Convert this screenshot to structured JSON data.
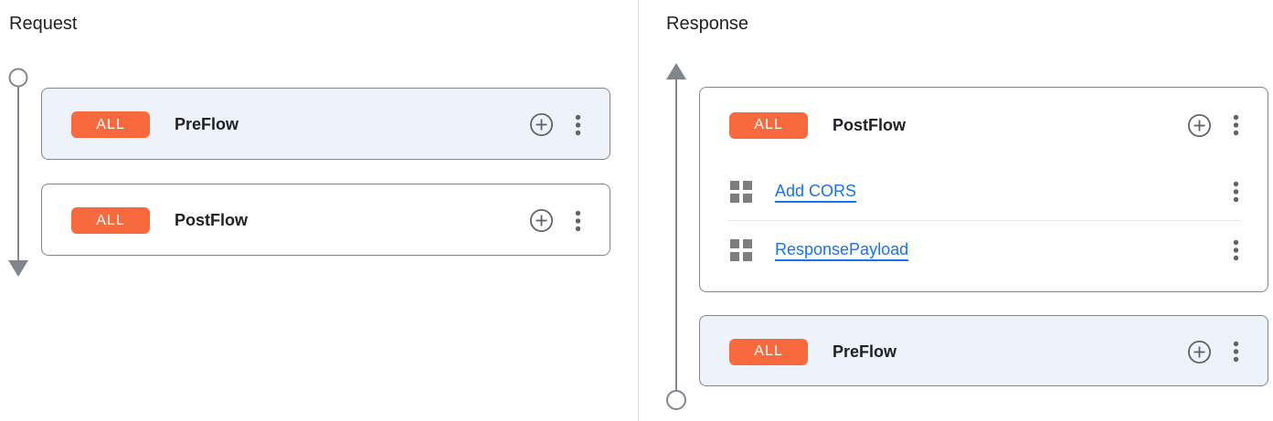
{
  "panels": {
    "request": {
      "title": "Request",
      "cards": [
        {
          "badge": "ALL",
          "title": "PreFlow"
        },
        {
          "badge": "ALL",
          "title": "PostFlow"
        }
      ]
    },
    "response": {
      "title": "Response",
      "cards": [
        {
          "badge": "ALL",
          "title": "PostFlow",
          "policies": [
            {
              "label": "Add CORS"
            },
            {
              "label": "ResponsePayload"
            }
          ]
        },
        {
          "badge": "ALL",
          "title": "PreFlow"
        }
      ]
    }
  },
  "colors": {
    "badge_orange": "#F8693E",
    "highlight_card_bg": "#EEF2FB",
    "card_border": "#80868B",
    "link_blue": "#1A73E8",
    "icon_gray": "#5F6368",
    "policy_icon_gray": "#7D7D7D",
    "timeline_gray": "#80868B",
    "text_dark": "#202124",
    "panel_divider": "#DADCE0"
  },
  "icons": {
    "add_policy": "plus-circle-icon",
    "card_menu": "more-vert-icon",
    "policy": "policy-grid-icon",
    "request_flow_direction": "arrow-down",
    "response_flow_direction": "arrow-up"
  }
}
